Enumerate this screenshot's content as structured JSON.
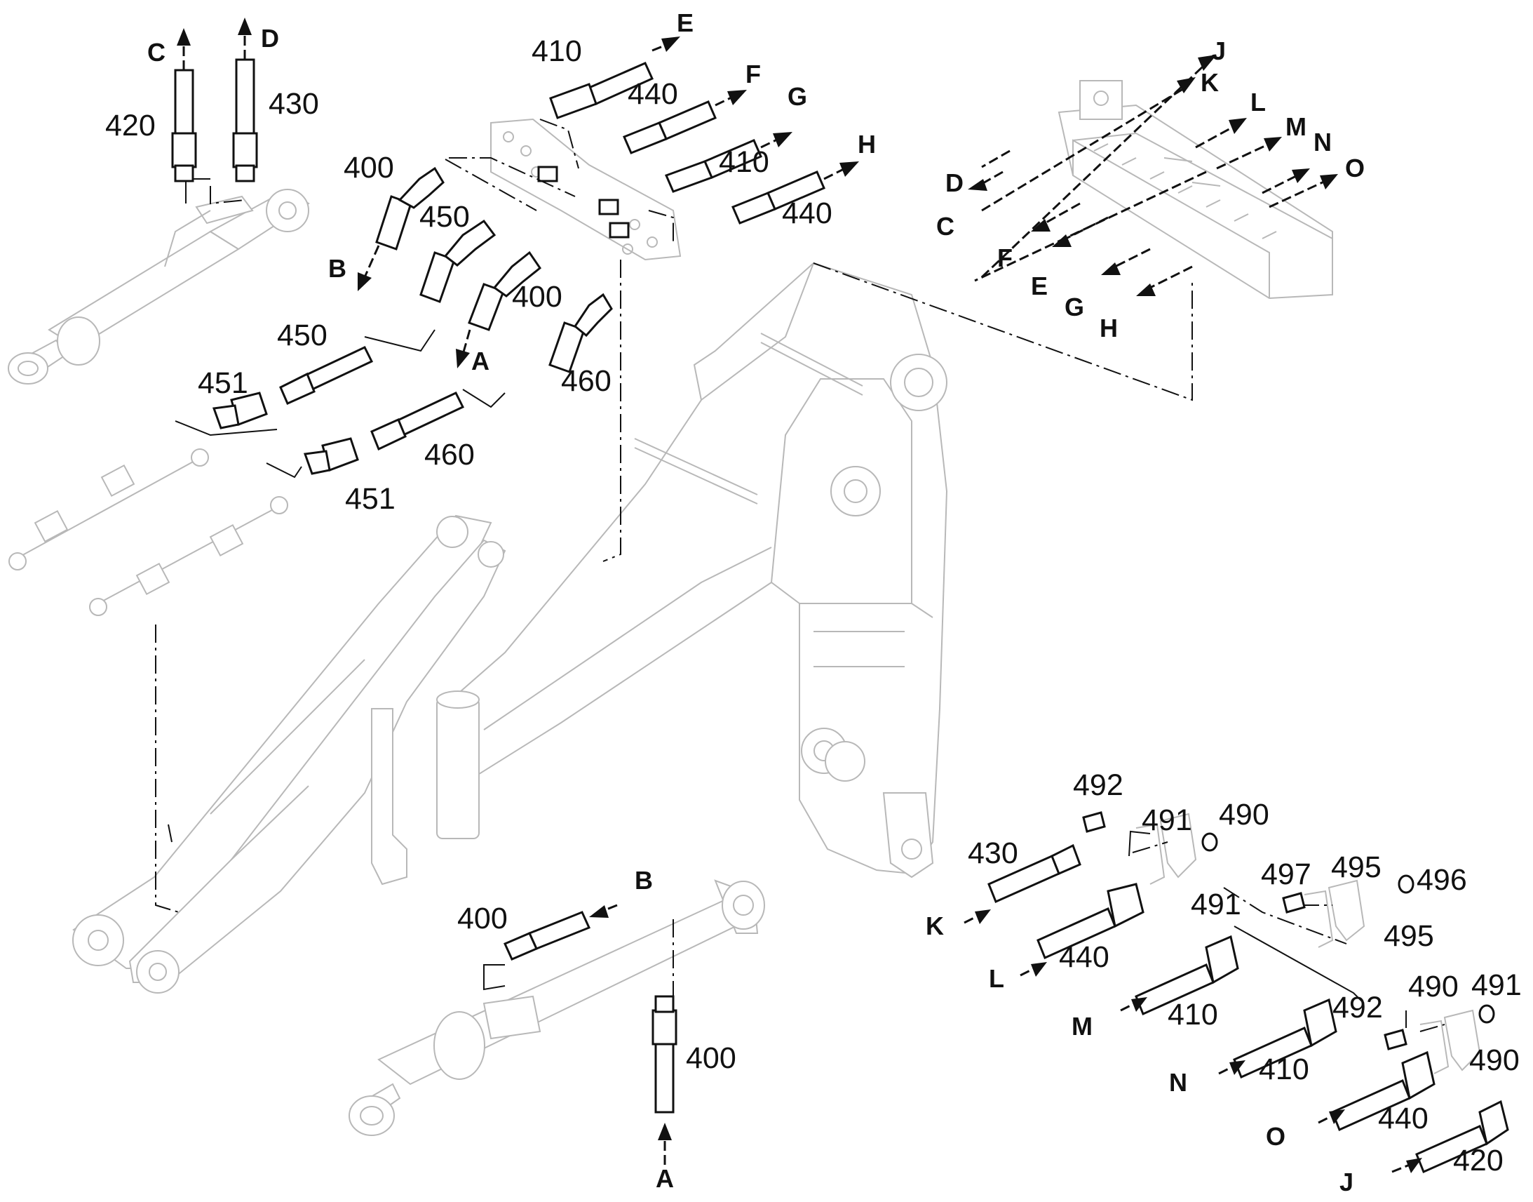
{
  "diagram": {
    "part_numbers": {
      "p420_top": "420",
      "p430_top": "430",
      "p400_top": "400",
      "p410_top": "410",
      "p440_top": "440",
      "p450_a": "450",
      "p450_b": "450",
      "p400_mid": "400",
      "p410_mid": "410",
      "p440_mid": "440",
      "p451_a": "451",
      "p451_b": "451",
      "p460_a": "460",
      "p460_b": "460",
      "p400_low": "400",
      "p400_vert": "400",
      "p492_a": "492",
      "p491_a": "491",
      "p490_a": "490",
      "p430_low": "430",
      "p440_low": "440",
      "p491_b": "491",
      "p497": "497",
      "p495_a": "495",
      "p496": "496",
      "p495_b": "495",
      "p410_low_a": "410",
      "p410_low_b": "410",
      "p492_b": "492",
      "p490_b": "490",
      "p491_c": "491",
      "p490_c": "490",
      "p440_low_b": "440",
      "p420_low": "420"
    },
    "letters": {
      "c_top": "C",
      "d_top": "D",
      "e_top": "E",
      "f_top": "F",
      "g_top": "G",
      "h_top": "H",
      "b_mid": "B",
      "a_mid": "A",
      "j_clamp": "J",
      "k_clamp": "K",
      "l_clamp": "L",
      "m_clamp": "M",
      "n_clamp": "N",
      "o_clamp": "O",
      "d_clamp": "D",
      "c_clamp": "C",
      "f_clamp": "F",
      "e_clamp": "E",
      "g_clamp": "G",
      "h_clamp": "H",
      "b_low": "B",
      "a_low": "A",
      "k_low": "K",
      "l_low": "L",
      "m_low": "M",
      "n_low": "N",
      "o_low": "O",
      "j_low": "J"
    }
  }
}
